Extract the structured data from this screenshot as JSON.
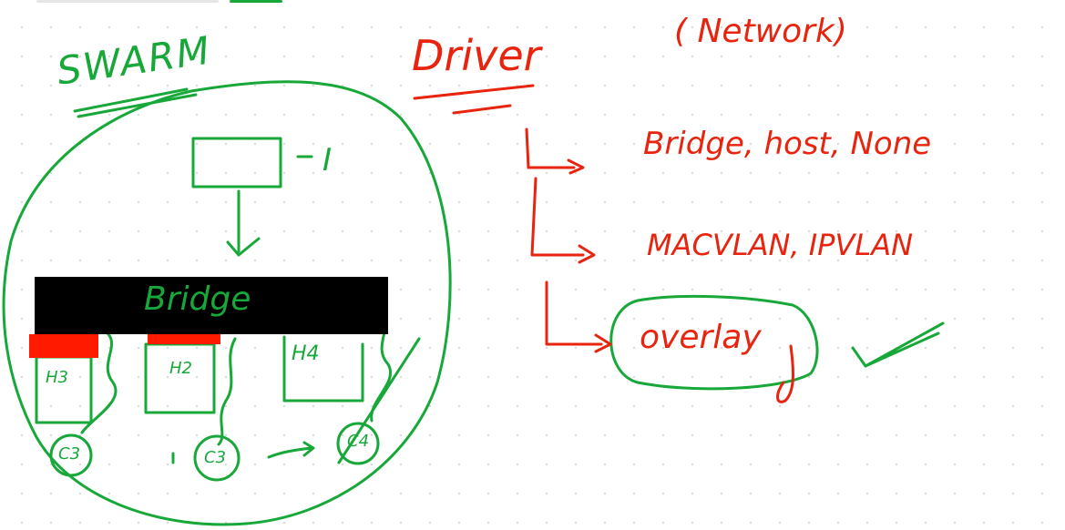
{
  "canvas": {
    "green_ink": "#18a83a",
    "red_ink": "#e8240e",
    "redaction": "#000000",
    "highlight": "#ff1a00"
  },
  "left_diagram": {
    "title": "SWARM",
    "bridge_label": "Bridge",
    "container_labels": [
      "H3",
      "H2",
      "H4"
    ],
    "node_labels": [
      "C3",
      "C3",
      "C4"
    ],
    "manager_label": "I"
  },
  "right_notes": {
    "heading": "Driver",
    "subheading": "( Network)",
    "items": [
      {
        "label": "Bridge, host, None"
      },
      {
        "label": "MACVLAN, IPVLAN"
      },
      {
        "label": "overlay",
        "selected": true
      }
    ]
  }
}
